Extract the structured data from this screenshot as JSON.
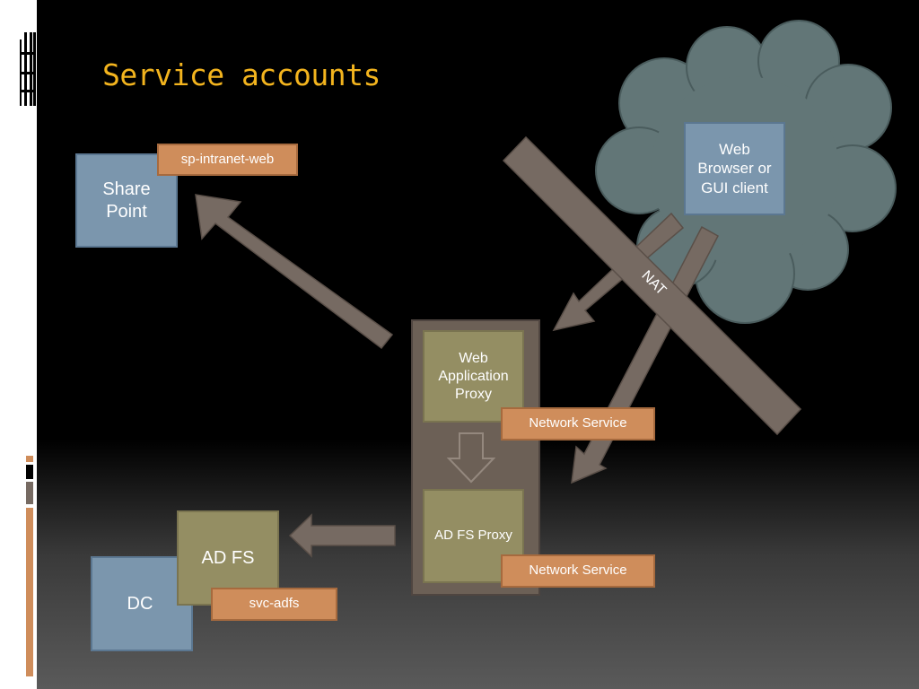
{
  "title": "Service accounts",
  "nodes": {
    "sharepoint": "Share Point",
    "web_browser": "Web Browser or GUI client",
    "web_app_proxy": "Web Application Proxy",
    "adfs_proxy": "AD FS Proxy",
    "adfs": "AD FS",
    "dc": "DC"
  },
  "accounts": {
    "sharepoint_account": "sp-intranet-web",
    "wap_account": "Network Service",
    "adfs_proxy_account": "Network Service",
    "adfs_account": "svc-adfs"
  },
  "labels": {
    "nat": "NAT"
  },
  "colors": {
    "title": "#f3b41e",
    "blue_box": "#7b96ad",
    "olive_box": "#948e63",
    "account_tag": "#cf8d5b",
    "container": "#6c6056",
    "arrow": "#766a62",
    "cloud": "#627677"
  }
}
